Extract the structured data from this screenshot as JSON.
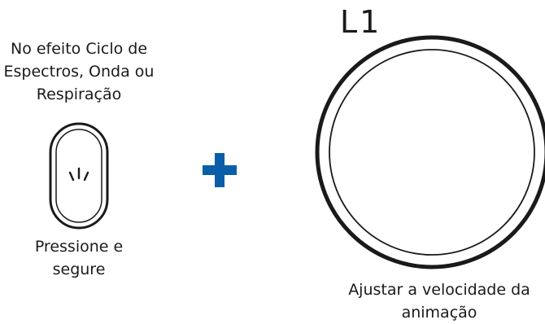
{
  "instruction": {
    "line1": "No efeito Ciclo de",
    "line2": "Espectros, Onda ou",
    "line3": "Respiração"
  },
  "button": {
    "action_line1": "Pressione e",
    "action_line2": "segure"
  },
  "plus": {
    "color": "#0a5ea8"
  },
  "dial": {
    "id": "L1",
    "caption_line1": "Ajustar a velocidade da",
    "caption_line2": "animação"
  }
}
